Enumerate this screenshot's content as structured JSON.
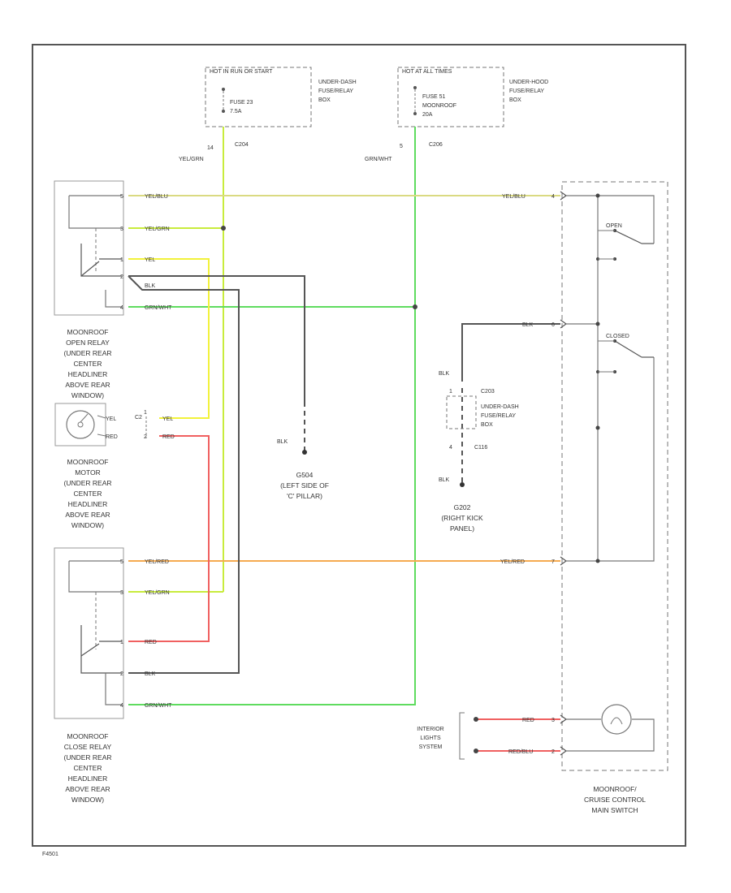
{
  "fuses": {
    "left": {
      "header": "HOT IN RUN OR START",
      "line1": "FUSE 23",
      "line2": "7.5A",
      "box": [
        "UNDER-DASH",
        "FUSE/RELAY",
        "BOX"
      ],
      "pin": "14",
      "conn": "C204",
      "wire": "YEL/GRN"
    },
    "right": {
      "header": "HOT AT ALL TIMES",
      "line1": "FUSE 51",
      "line2": "MOONROOF",
      "line3": "20A",
      "box": [
        "UNDER-HOOD",
        "FUSE/RELAY",
        "BOX"
      ],
      "pin": "5",
      "conn": "C206",
      "wire": "GRN/WHT"
    }
  },
  "open_relay": {
    "pins": [
      "5",
      "3",
      "1",
      "2",
      "4"
    ],
    "wires": [
      "YEL/BLU",
      "YEL/GRN",
      "YEL",
      "BLK",
      "GRN/WHT"
    ],
    "caption": [
      "MOONROOF",
      "OPEN RELAY",
      "(UNDER REAR",
      "CENTER",
      "HEADLINER",
      "ABOVE REAR",
      "WINDOW)"
    ]
  },
  "motor": {
    "wires": {
      "top_left": "YEL",
      "top_right": "YEL",
      "bottom_left": "RED",
      "bottom_right": "RED"
    },
    "conn": "C2",
    "pin_a": "1",
    "pin_b": "2",
    "caption": [
      "MOONROOF",
      "MOTOR",
      "(UNDER REAR",
      "CENTER",
      "HEADLINER",
      "ABOVE REAR",
      "WINDOW)"
    ]
  },
  "close_relay": {
    "pins": [
      "5",
      "3",
      "1",
      "2",
      "4"
    ],
    "wires": [
      "YEL/RED",
      "YEL/GRN",
      "RED",
      "BLK",
      "GRN/WHT"
    ],
    "caption": [
      "MOONROOF",
      "CLOSE RELAY",
      "(UNDER REAR",
      "CENTER",
      "HEADLINER",
      "ABOVE REAR",
      "WINDOW)"
    ]
  },
  "ground_left": {
    "wire": "BLK",
    "caption": [
      "G504",
      "(LEFT SIDE OF",
      "'C' PILLAR)"
    ]
  },
  "ground_right": {
    "wire_top": "BLK",
    "conn_a": "C203",
    "pin_a": "1",
    "box": [
      "UNDER-DASH",
      "FUSE/RELAY",
      "BOX"
    ],
    "pin_b": "4",
    "conn_b": "C116",
    "wire_bottom": "BLK",
    "caption": [
      "G202",
      "(RIGHT KICK",
      "PANEL)"
    ]
  },
  "switch": {
    "wire_top": "YEL/BLU",
    "pin_top": "4",
    "wire_mid": "BLK",
    "pin_mid": "6",
    "wire_bot": "YEL/RED",
    "pin_bot": "7",
    "open_label": "OPEN",
    "closed_label": "CLOSED",
    "wire_red": "RED",
    "pin_red": "3",
    "wire_redblu": "RED/BLU",
    "pin_redblu": "2",
    "caption": [
      "MOONROOF/",
      "CRUISE CONTROL",
      "MAIN SWITCH"
    ]
  },
  "interior_lights": [
    "INTERIOR",
    "LIGHTS",
    "SYSTEM"
  ],
  "footer_code": "F4501",
  "colors": {
    "yel": "#f2f23a",
    "yel_grn": "#c8ec3c",
    "yel_blu": "#dada82",
    "yel_red": "#f5aa50",
    "grn_wht": "#5fdc5f",
    "red": "#f06060",
    "blk": "#555555",
    "frame": "#555555"
  }
}
